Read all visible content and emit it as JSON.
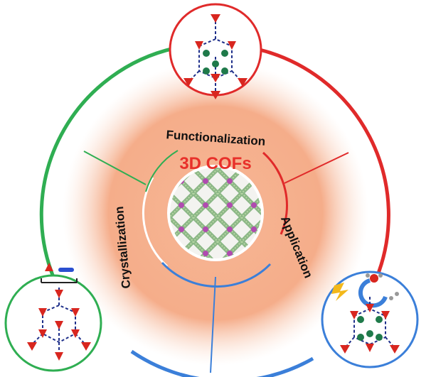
{
  "center": {
    "title": "3D COFs"
  },
  "labels": {
    "top": "Functionalization",
    "right": "Application",
    "left": "Crystallization"
  },
  "colors": {
    "glow": "#f4a985",
    "red": "#e02a2a",
    "green": "#2fae52",
    "blue": "#3b7fd9",
    "node_red": "#d8261f",
    "node_green": "#1f7a4a",
    "bond_blue": "#1e2f8a"
  }
}
